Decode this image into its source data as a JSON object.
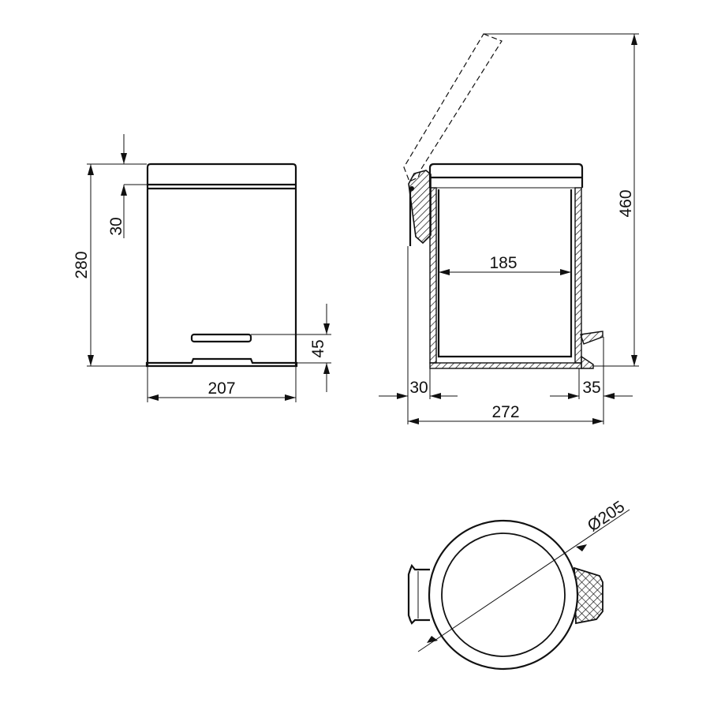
{
  "drawing": {
    "title": "Pedal bin technical drawing",
    "views": {
      "front": {
        "dimensions": {
          "total_height": "280",
          "lid_height": "30",
          "pedal_height": "45",
          "width": "207"
        }
      },
      "section": {
        "dimensions": {
          "open_height": "460",
          "inner_width": "185",
          "rear_offset": "30",
          "pedal_depth": "35",
          "total_depth": "272"
        }
      },
      "top": {
        "dimensions": {
          "diameter": "Ø205"
        }
      }
    }
  },
  "colors": {
    "line": "#111111",
    "background": "#ffffff"
  }
}
